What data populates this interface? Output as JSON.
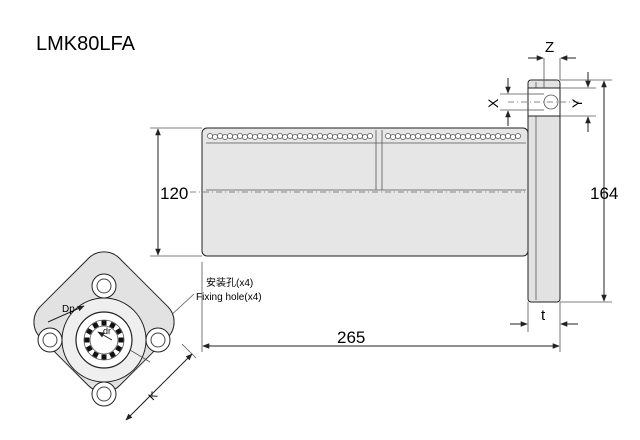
{
  "model": "LMK80LFA",
  "dims": {
    "length": "265",
    "height": "120",
    "flange_height": "164",
    "flange_thickness": "t",
    "z": "Z",
    "x": "X",
    "y": "Y",
    "k": "K",
    "dp": "Dp",
    "dr": "dr"
  },
  "labels": {
    "fixing_hole_cn": "安装孔(x4)",
    "fixing_hole_en": "Fixing hole(x4)"
  }
}
